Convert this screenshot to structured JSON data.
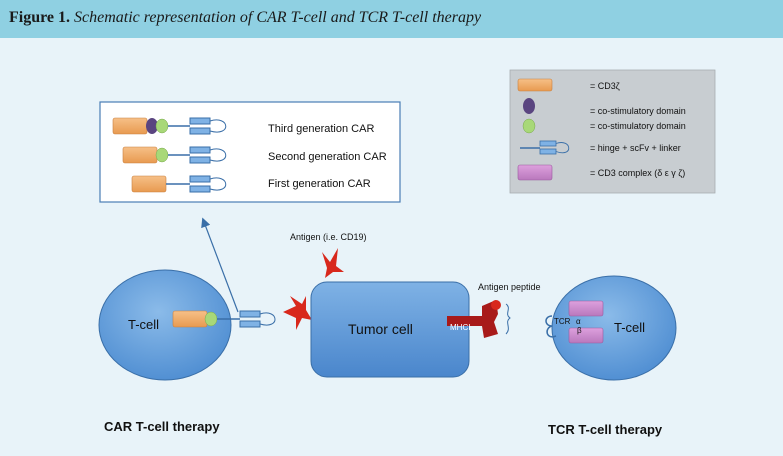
{
  "figure_caption": {
    "label": "Figure 1.",
    "title": "Schematic representation of CAR T-cell and TCR T-cell therapy"
  },
  "legend": {
    "items": [
      {
        "symbol": "orange-rectangle",
        "label": "= CD3ζ"
      },
      {
        "symbol": "purple-oval",
        "label": "= co-stimulatory domain"
      },
      {
        "symbol": "green-oval",
        "label": "= co-stimulatory domain"
      },
      {
        "symbol": "blue-hinge-scfv",
        "label": "= hinge + scFv + linker"
      },
      {
        "symbol": "pink-rectangle",
        "label": "= CD3 complex (δ ε γ ζ)"
      }
    ]
  },
  "car_generations": [
    {
      "label": "Third generation CAR"
    },
    {
      "label": "Second generation CAR"
    },
    {
      "label": "First generation CAR"
    }
  ],
  "labels": {
    "antigen": "Antigen (i.e. CD19)",
    "antigen_peptide": "Antigen peptide",
    "tumor_cell": "Tumor cell",
    "mhci": "MHCI",
    "car_t_cell": "T-cell",
    "tcr_t_cell": "T-cell",
    "tcr": "TCR",
    "alpha": "α",
    "beta": "β",
    "car_therapy": "CAR T-cell therapy",
    "tcr_therapy": "TCR T-cell therapy"
  },
  "colors": {
    "header_bg": "#8fd0e2",
    "page_bg": "#e8f3f9",
    "cell_blue": "#5b9bd5",
    "cd3z_orange": "#f0a860",
    "costim_purple": "#5a4580",
    "costim_green": "#a8d878",
    "antigen_red": "#d8281c",
    "mhc_red": "#a81a1a",
    "cd3_pink": "#c582c8",
    "legend_bg": "#c8cdd1"
  }
}
